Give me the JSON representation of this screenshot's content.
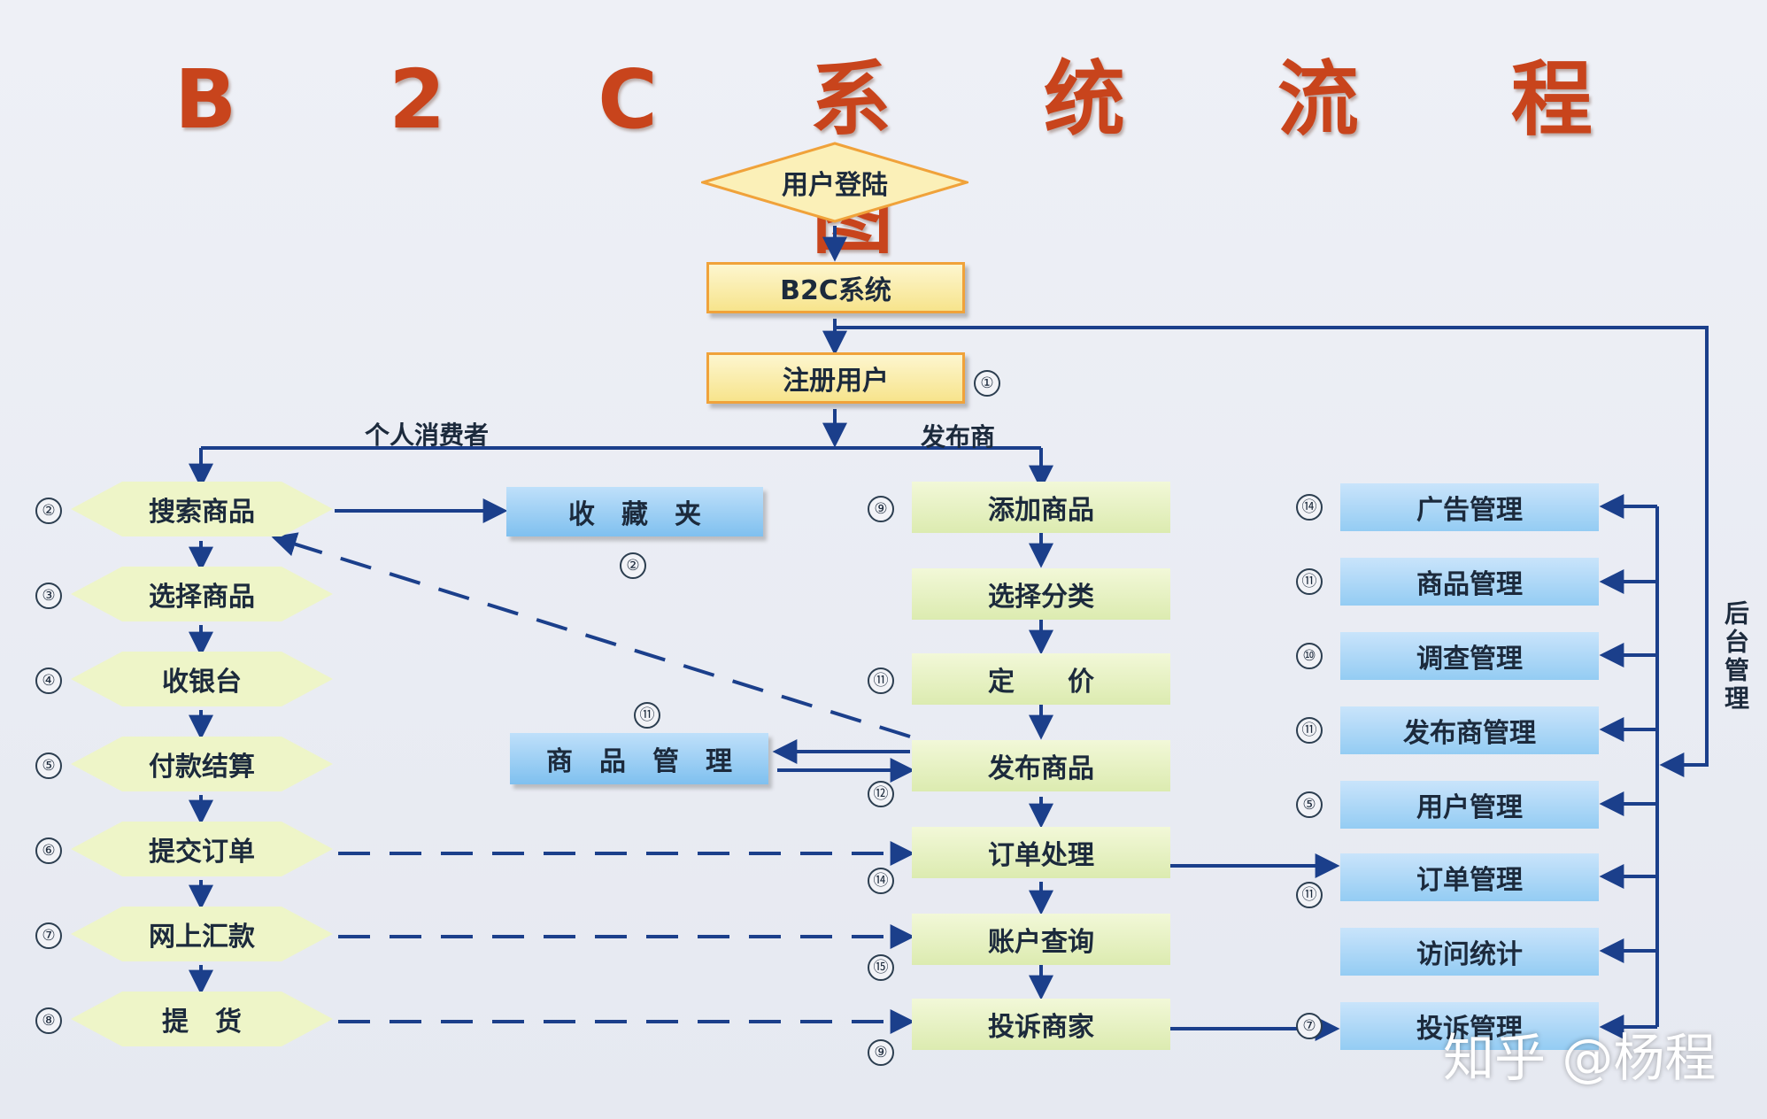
{
  "title": "B 2 C 系 统 流 程 图",
  "top": {
    "login": "用户登陆",
    "system": "B2C系统",
    "register": "注册用户"
  },
  "branch_labels": {
    "consumer": "个人消费者",
    "publisher": "发布商",
    "backend": "后台管理"
  },
  "consumer_steps": [
    {
      "label": "搜索商品",
      "num": "②"
    },
    {
      "label": "选择商品",
      "num": "③"
    },
    {
      "label": "收银台",
      "num": "④"
    },
    {
      "label": "付款结算",
      "num": "⑤"
    },
    {
      "label": "提交订单",
      "num": "⑥"
    },
    {
      "label": "网上汇款",
      "num": "⑦"
    },
    {
      "label": "提　货",
      "num": "⑧"
    }
  ],
  "side_boxes": {
    "favorites": "收　藏　夹",
    "favorites_num": "②",
    "goods_mgmt": "商　品　管　理",
    "goods_mgmt_num": "⑪"
  },
  "publisher_steps": [
    {
      "label": "添加商品",
      "num": "⑨"
    },
    {
      "label": "选择分类",
      "num": ""
    },
    {
      "label": "定　　价",
      "num": "⑪"
    },
    {
      "label": "发布商品",
      "num": "⑫"
    },
    {
      "label": "订单处理",
      "num": "⑭"
    },
    {
      "label": "账户查询",
      "num": "⑮"
    },
    {
      "label": "投诉商家",
      "num": "⑨"
    }
  ],
  "admin_items": [
    {
      "label": "广告管理",
      "num": "⑭"
    },
    {
      "label": "商品管理",
      "num": "⑪"
    },
    {
      "label": "调查管理",
      "num": "⑩"
    },
    {
      "label": "发布商管理",
      "num": "⑪"
    },
    {
      "label": "用户管理",
      "num": "⑤"
    },
    {
      "label": "订单管理",
      "num": "⑪"
    },
    {
      "label": "访问统计",
      "num": ""
    },
    {
      "label": "投诉管理",
      "num": "⑦"
    }
  ],
  "register_num": "①",
  "watermark": "知乎 @杨程",
  "colors": {
    "title": "#c8441c",
    "line": "#1b3f8b",
    "green_box": "#dcebb0",
    "blue_box": "#7fc0ef",
    "orange_box": "#f7e48c"
  }
}
